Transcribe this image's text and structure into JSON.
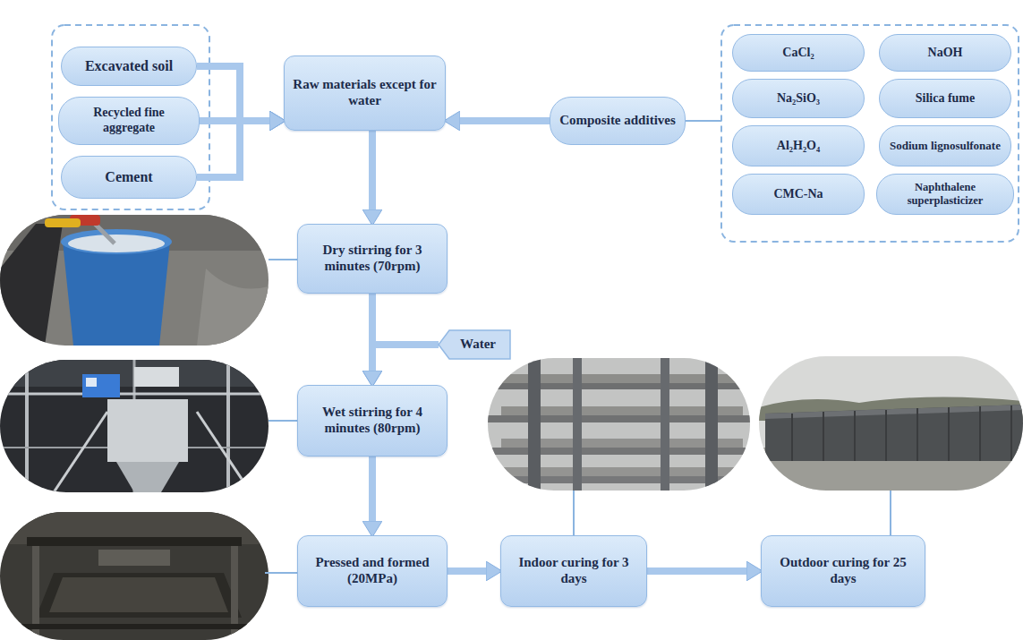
{
  "diagram": {
    "nodes": [
      {
        "text": [
          "Excavated soil"
        ]
      },
      {
        "text": [
          "Recycled fine aggregate"
        ]
      },
      {
        "text": [
          "Cement"
        ]
      },
      {
        "text": [
          "Raw materials except for water"
        ]
      },
      {
        "text": [
          "Composite additives"
        ]
      },
      {
        "text": [
          "CaCl₂"
        ]
      },
      {
        "text": [
          "NaOH"
        ]
      },
      {
        "text": [
          "Na₂SiO₃"
        ]
      },
      {
        "text": [
          "Silica fume"
        ]
      },
      {
        "text": [
          "Al₂H₂O₄"
        ]
      },
      {
        "text": [
          "Sodium lignosulfonate"
        ]
      },
      {
        "text": [
          "CMC-Na"
        ]
      },
      {
        "text": [
          "Naphthalene superplasticizer"
        ]
      },
      {
        "text": [
          "Dry stirring for 3 minutes (70rpm)"
        ]
      },
      {
        "text": [
          "Water"
        ]
      },
      {
        "text": [
          "Wet stirring for 4 minutes (80rpm)"
        ]
      },
      {
        "text": [
          "Pressed and formed (20MPa)"
        ]
      },
      {
        "text": [
          "Indoor curing for 3 days"
        ]
      },
      {
        "text": [
          "Outdoor curing for 25 days"
        ]
      }
    ],
    "edges": [
      {
        "from": 0,
        "to": 3,
        "arrow": "to"
      },
      {
        "from": 1,
        "to": 3,
        "arrow": "to"
      },
      {
        "from": 2,
        "to": 3,
        "arrow": "to"
      },
      {
        "from": 4,
        "to": 3,
        "arrow": "to"
      },
      {
        "from": 3,
        "to": 13,
        "arrow": "to"
      },
      {
        "from": 13,
        "to": 15,
        "arrow": "to"
      },
      {
        "from": 14,
        "to": 15,
        "arrow": "to"
      },
      {
        "from": 15,
        "to": 16,
        "arrow": "to"
      },
      {
        "from": 16,
        "to": 17,
        "arrow": "to"
      },
      {
        "from": 17,
        "to": 18,
        "arrow": "to"
      }
    ]
  }
}
